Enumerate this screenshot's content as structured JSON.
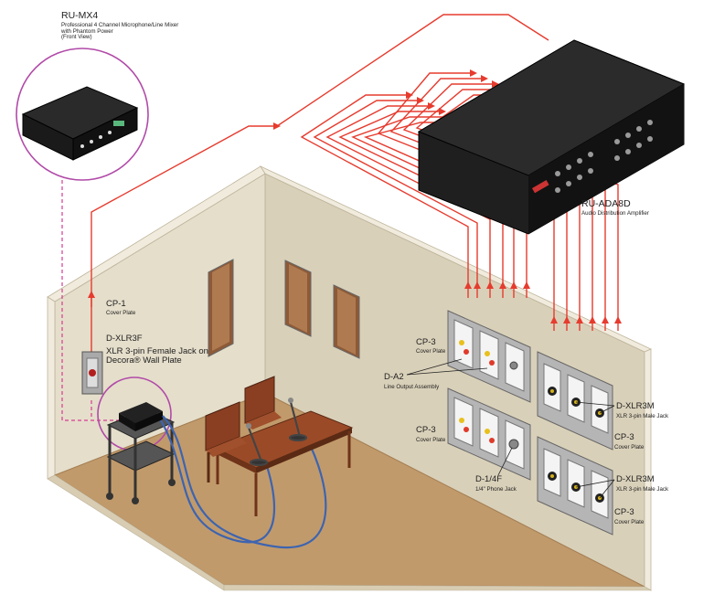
{
  "colors": {
    "signal_line": "#e63b2e",
    "phantom_dash": "#d63b8f",
    "callout_circle": "#b14aa8",
    "cable_blue": "#3d64b0",
    "floor": "#c19a6b",
    "wall_back": "#e5decb",
    "wall_side": "#d9d0b9",
    "wall_edge": "#f0ebdd",
    "furniture": "#8a3f22",
    "chassis": "#1f1f1f",
    "plate": "#a9a9a9"
  },
  "labels": {
    "mx4_title": "RU-MX4",
    "mx4_desc": "Professional 4 Channel Microphone/Line Mixer\nwith Phantom Power\n(Front View)",
    "ada8d_title": "RU-ADA8D",
    "ada8d_desc": "Audio Distribution Amplifier",
    "cp1_title": "CP-1",
    "cp1_desc": "Cover Plate",
    "dxlr3f_title": "D-XLR3F",
    "dxlr3f_desc": "XLR 3-pin Female Jack on\nDecora® Wall Plate",
    "cp3_a_title": "CP-3",
    "cp3_a_desc": "Cover Plate",
    "da2_title": "D-A2",
    "da2_desc": "Line Output Assembly",
    "cp3_b_title": "CP-3",
    "cp3_b_desc": "Cover Plate",
    "d14f_title": "D-1/4F",
    "d14f_desc": "1/4\" Phone Jack",
    "dxlr3m_a_title": "D-XLR3M",
    "dxlr3m_a_desc": "XLR 3-pin Male Jack",
    "cp3_c_title": "CP-3",
    "cp3_c_desc": "Cover Plate",
    "dxlr3m_b_title": "D-XLR3M",
    "dxlr3m_b_desc": "XLR 3-pin Male Jack",
    "cp3_d_title": "CP-3",
    "cp3_d_desc": "Cover Plate"
  },
  "icons": [
    "mixer-device-icon",
    "distribution-amplifier-icon",
    "wall-plate-icon",
    "microphone-icon",
    "equipment-cart-icon",
    "table-icon",
    "chair-icon"
  ]
}
